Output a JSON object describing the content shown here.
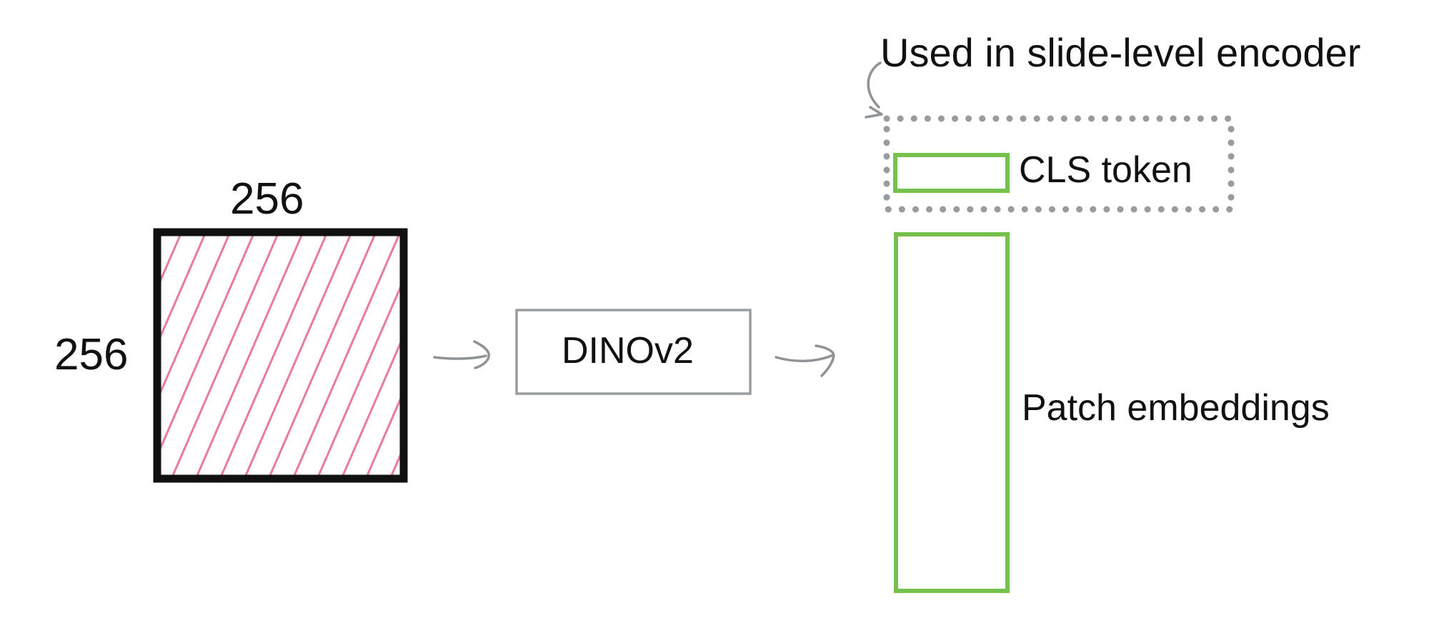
{
  "patch": {
    "width_label": "256",
    "height_label": "256",
    "hatch_color": "#e87aa5"
  },
  "encoder": {
    "label": "DINOv2"
  },
  "outputs": {
    "note": "Used in slide-level encoder",
    "cls_label": "CLS token",
    "patch_label": "Patch embeddings",
    "embedding_color": "#76c04e"
  },
  "colors": {
    "arrow": "#8f9396",
    "encoder_border": "#9a9d9f",
    "dotted_border": "#999c9e",
    "patch_border": "#111111"
  }
}
